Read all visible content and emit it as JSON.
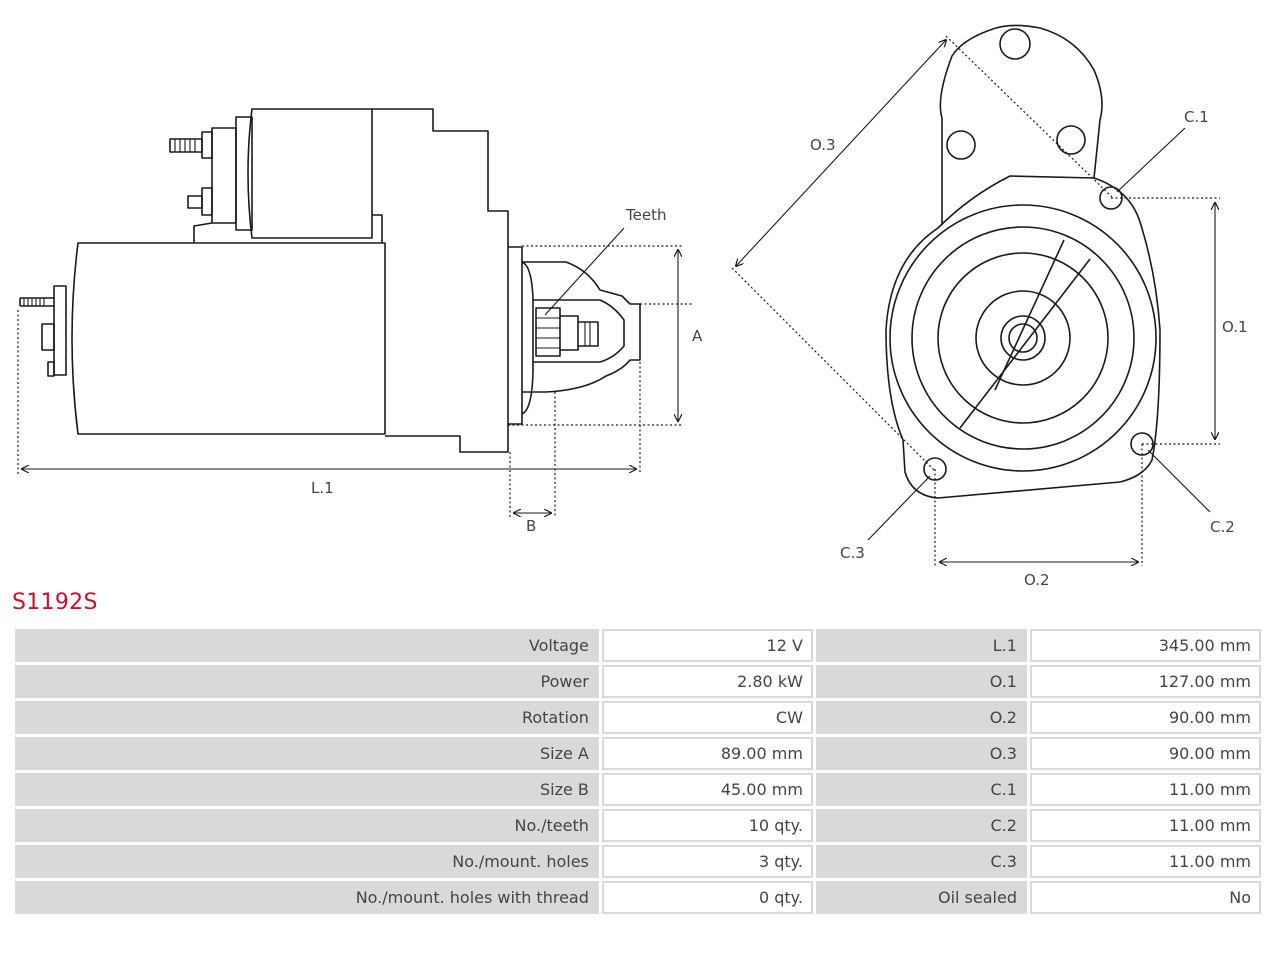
{
  "diagram": {
    "labels": {
      "teeth": "Teeth",
      "a": "A",
      "b": "B",
      "l1": "L.1",
      "o1": "O.1",
      "o2": "O.2",
      "o3": "O.3",
      "c1": "C.1",
      "c2": "C.2",
      "c3": "C.3"
    }
  },
  "product": {
    "code": "S1192S"
  },
  "specs": [
    {
      "k1": "Voltage",
      "v1": "12 V",
      "k2": "L.1",
      "v2": "345.00 mm"
    },
    {
      "k1": "Power",
      "v1": "2.80 kW",
      "k2": "O.1",
      "v2": "127.00 mm"
    },
    {
      "k1": "Rotation",
      "v1": "CW",
      "k2": "O.2",
      "v2": "90.00 mm"
    },
    {
      "k1": "Size A",
      "v1": "89.00 mm",
      "k2": "O.3",
      "v2": "90.00 mm"
    },
    {
      "k1": "Size B",
      "v1": "45.00 mm",
      "k2": "C.1",
      "v2": "11.00 mm"
    },
    {
      "k1": "No./teeth",
      "v1": "10 qty.",
      "k2": "C.2",
      "v2": "11.00 mm"
    },
    {
      "k1": "No./mount. holes",
      "v1": "3 qty.",
      "k2": "C.3",
      "v2": "11.00 mm"
    },
    {
      "k1": "No./mount. holes with thread",
      "v1": "0 qty.",
      "k2": "Oil sealed",
      "v2": "No"
    }
  ]
}
